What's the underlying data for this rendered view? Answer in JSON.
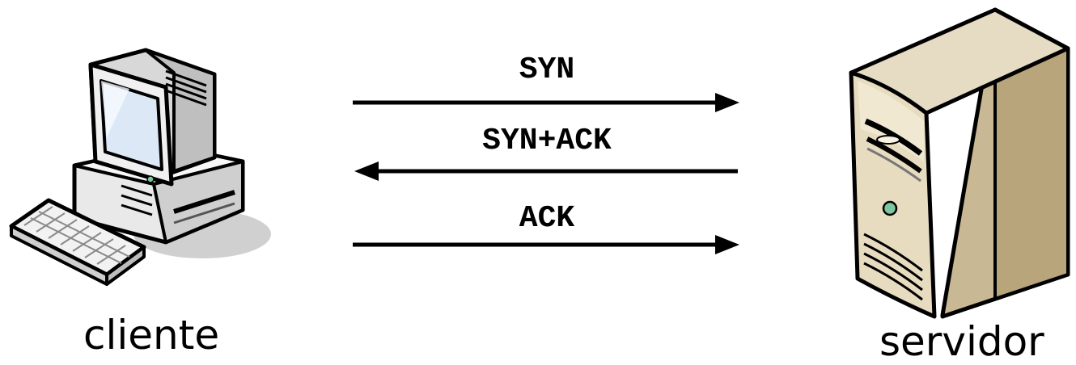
{
  "nodes": {
    "client": {
      "label": "cliente",
      "icon": "desktop-computer-icon"
    },
    "server": {
      "label": "servidor",
      "icon": "tower-server-icon"
    }
  },
  "messages": [
    {
      "label": "SYN",
      "direction": "client-to-server"
    },
    {
      "label": "SYN+ACK",
      "direction": "server-to-client"
    },
    {
      "label": "ACK",
      "direction": "client-to-server"
    }
  ],
  "colors": {
    "line": "#000000",
    "server_body": "#e8dcc0",
    "server_shadow": "#c9b894",
    "computer_body": "#e6e6e6",
    "screen": "#dde8f6",
    "led": "#7cc7a0"
  }
}
